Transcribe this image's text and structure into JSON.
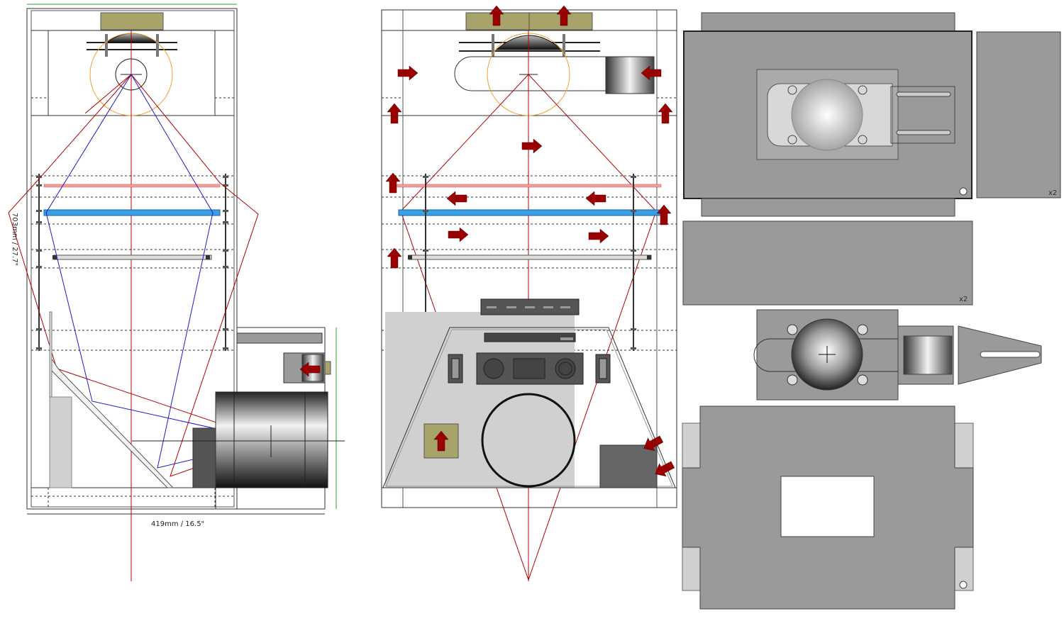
{
  "labels": {
    "height_dimension": "703mm / 27.7\"",
    "width_dimension": "419mm / 16.5\"",
    "qty_top_right": "x2",
    "qty_middle": "x2"
  },
  "colors": {
    "background": "#ffffff",
    "outline": "#333333",
    "grey_panel": "#9a9a9a",
    "light_grey": "#d0d0d0",
    "light_path": "#b30000",
    "blue_path": "#1a1ad0",
    "fresnel_blue": "#39a0e6",
    "filter_pink": "#f0a0a0",
    "reflector_circle": "#f0a030",
    "arrow_red": "#990000",
    "fan_olive": "#a7a36a",
    "dimension_green": "#2aa02a"
  },
  "views": [
    "side-section-view",
    "front-section-view",
    "part-templates"
  ],
  "icons": [
    "airflow-arrow-icon",
    "crosshair-icon",
    "fan-icon",
    "lamp-bulb-icon"
  ]
}
